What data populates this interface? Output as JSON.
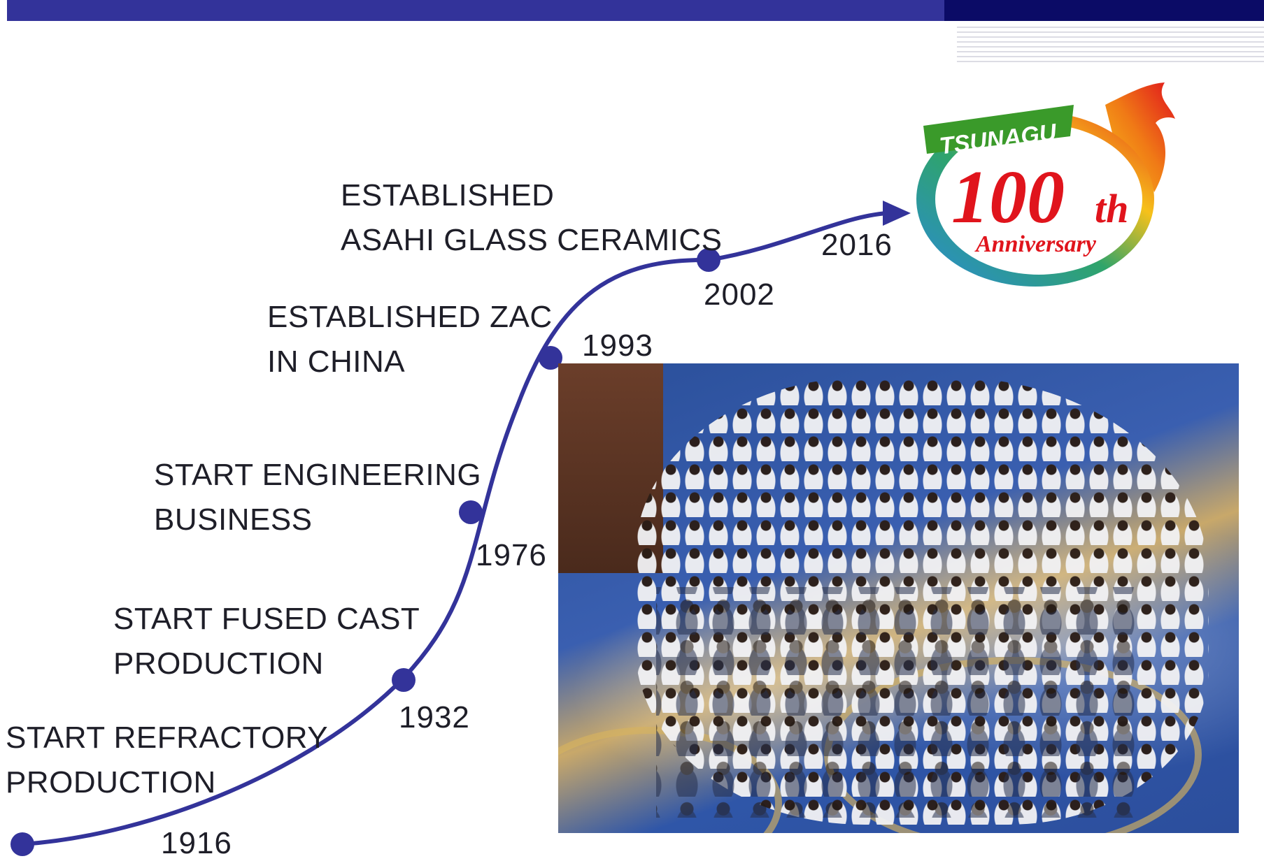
{
  "timeline": {
    "events": [
      {
        "year": "1916",
        "lines": [
          "START REFRACTORY",
          "PRODUCTION"
        ]
      },
      {
        "year": "1932",
        "lines": [
          "START FUSED CAST",
          "PRODUCTION"
        ]
      },
      {
        "year": "1976",
        "lines": [
          "START ENGINEERING",
          "BUSINESS"
        ]
      },
      {
        "year": "1993",
        "lines": [
          "ESTABLISHED ZAC",
          "IN CHINA"
        ]
      },
      {
        "year": "2002",
        "lines": [
          "ESTABLISHED",
          "ASAHI GLASS CERAMICS"
        ]
      },
      {
        "year": "2016",
        "lines": []
      }
    ],
    "line_color": "#33339a"
  },
  "logo": {
    "top_text": "TSUNAGU",
    "number": "100",
    "suffix": "th",
    "bottom_text": "Anniversary"
  },
  "colors": {
    "bar": "#33339a",
    "bar_dark": "#0b0b66",
    "logo_red": "#e0141c",
    "logo_green": "#3a9a2a"
  }
}
